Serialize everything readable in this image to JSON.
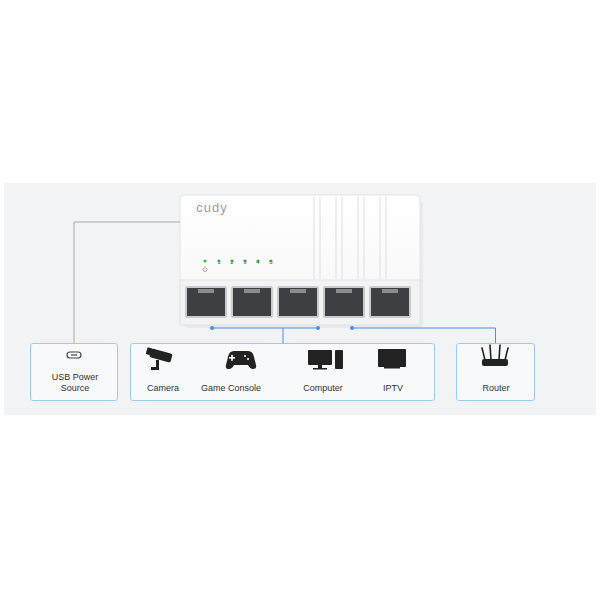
{
  "diagram": {
    "nodes": [
      {
        "text": [
          "cudy",
          "1",
          "2",
          "3",
          "4",
          "5"
        ]
      },
      {
        "text": [
          "USB Power Source"
        ]
      },
      {
        "text": [
          "Camera",
          "Game Console",
          "Computer",
          "IPTV"
        ]
      },
      {
        "text": [
          "Router"
        ]
      }
    ],
    "edges": [
      {
        "from": 0,
        "to": 1,
        "arrow": "none"
      },
      {
        "from": 0,
        "to": 2,
        "arrow": "none"
      },
      {
        "from": 0,
        "to": 3,
        "arrow": "none"
      }
    ]
  }
}
